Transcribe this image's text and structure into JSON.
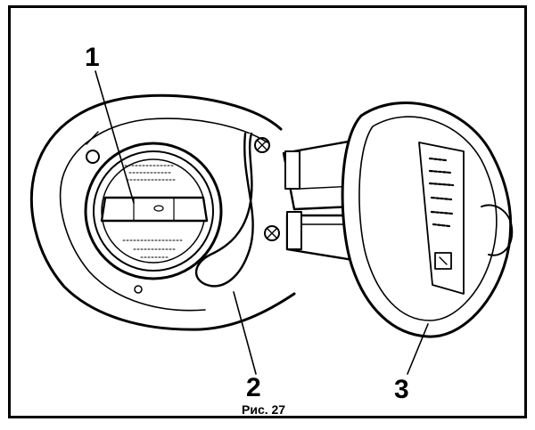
{
  "figure": {
    "caption": "Рис. 27",
    "callouts": [
      {
        "label": "1"
      },
      {
        "label": "2"
      },
      {
        "label": "3"
      }
    ]
  },
  "colors": {
    "ink": "#000000",
    "paper": "#ffffff"
  }
}
